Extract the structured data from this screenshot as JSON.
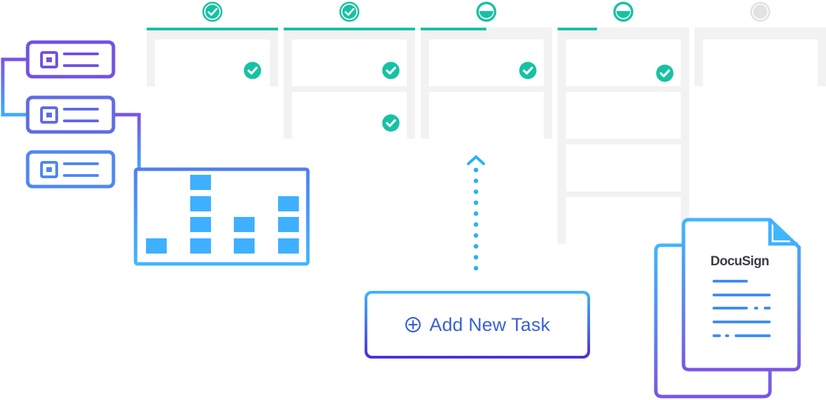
{
  "columns": [
    {
      "status": "complete",
      "status_icon": "check-circle-icon",
      "cards": [
        {
          "checked": true
        }
      ]
    },
    {
      "status": "complete",
      "status_icon": "check-circle-icon",
      "cards": [
        {
          "checked": true
        },
        {
          "checked": true
        }
      ]
    },
    {
      "status": "partial",
      "status_icon": "half-filled-circle-icon",
      "progress": 0.5,
      "cards": [
        {
          "checked": true
        },
        {
          "checked": false
        }
      ]
    },
    {
      "status": "partial",
      "status_icon": "half-filled-circle-icon",
      "progress": 0.3,
      "cards": [
        {
          "checked": true
        },
        {
          "checked": false
        },
        {
          "checked": false
        },
        {
          "checked": false
        }
      ]
    },
    {
      "status": "empty",
      "status_icon": "empty-circle-icon",
      "progress": 0,
      "cards": [
        {
          "checked": false
        }
      ]
    }
  ],
  "database_bars": [
    1,
    4,
    2,
    3
  ],
  "add_task": {
    "label": "Add New Task",
    "icon": "plus-circle-icon"
  },
  "document": {
    "brand": "DocuSign",
    "icon": "document-icon"
  },
  "colors": {
    "accent_teal": "#16c2a3",
    "column_bg": "#f2f2f3",
    "card_bg": "#ffffff",
    "pending_gray": "#e2e2e4",
    "blue": "#3fb3ff",
    "violet": "#6c4fe0",
    "button_text": "#3a5fd9"
  }
}
